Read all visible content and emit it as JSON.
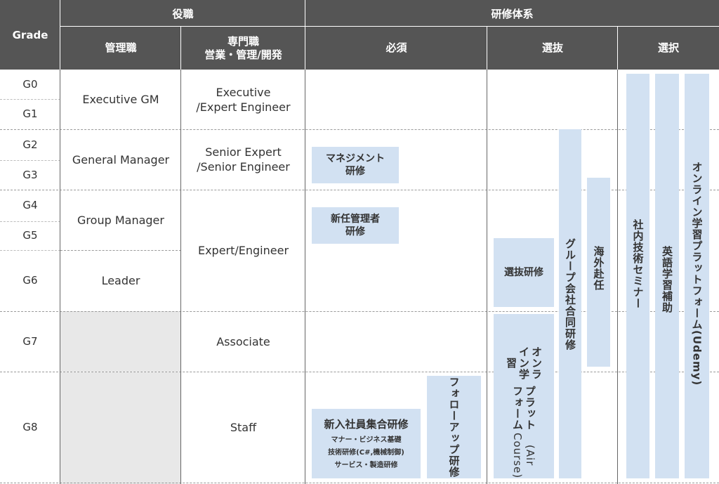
{
  "header": {
    "grade": "Grade",
    "position_group": "役職",
    "training_group": "研修体系",
    "management": "管理職",
    "specialist_line1": "専門職",
    "specialist_line2": "営業・管理/開発",
    "required": "必須",
    "selective": "選抜",
    "elective": "選択"
  },
  "grades": [
    "G0",
    "G1",
    "G2",
    "G3",
    "G4",
    "G5",
    "G6",
    "G7",
    "G8"
  ],
  "management_roles": [
    "Executive GM",
    "General Manager",
    "Group Manager",
    "Leader"
  ],
  "specialist_roles": {
    "executive_line1": "Executive",
    "executive_line2": "/Expert Engineer",
    "senior_line1": "Senior Expert",
    "senior_line2": "/Senior Engineer",
    "expert": "Expert/Engineer",
    "associate": "Associate",
    "staff": "Staff"
  },
  "required_trainings": {
    "management_line1": "マネジメント",
    "management_line2": "研修",
    "new_manager_line1": "新任管理者",
    "new_manager_line2": "研修",
    "new_hire_title": "新入社員集合研修",
    "new_hire_item1": "マナー・ビジネス基礎",
    "new_hire_item2": "技術研修(C#,機械制御)",
    "new_hire_item3": "サービス・製造研修",
    "follow_up": "フォローアップ研修"
  },
  "selective_trainings": {
    "selection": "選抜研修",
    "online_line1": "オンライン学習",
    "online_line2": "プラットフォーム",
    "online_line3": "(Air Course)",
    "group_joint": "グループ会社合同研修",
    "overseas": "海外赴任"
  },
  "elective_trainings": {
    "seminar": "社内技術セミナー",
    "english": "英語学習補助",
    "udemy": "オンライン学習プラットフォーム(Udemy)"
  },
  "colors": {
    "header_bg": "#555555",
    "box_fill": "#d2e1f2",
    "empty_cell": "#e8e8e8"
  }
}
